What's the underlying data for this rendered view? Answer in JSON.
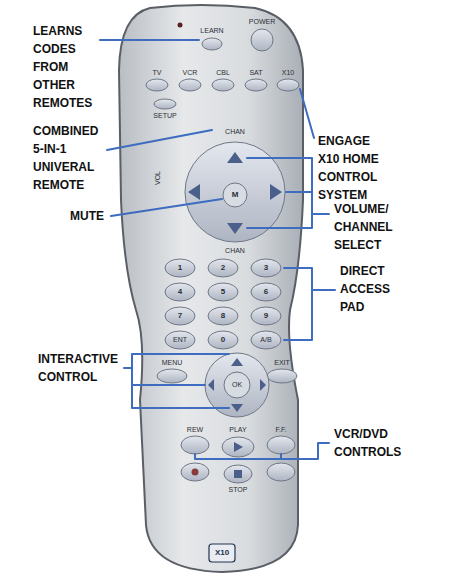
{
  "diagram": {
    "labels": [
      "LEARNS CODES FROM OTHER REMOTES",
      "COMBINED 5-IN-1 UNIVERAL REMOTE",
      "MUTE",
      "ENGAGE X10 HOME CONTROL SYSTEM",
      "VOLUME/ CHANNEL SELECT",
      "DIRECT ACCESS PAD",
      "INTERACTIVE CONTROL",
      "VCR/DVD CONTROLS",
      "LEARN",
      "POWER",
      "TV",
      "VCR",
      "CBL",
      "SAT",
      "X10",
      "SETUP",
      "CHAN",
      "VOL",
      "M",
      "CHAN",
      "1",
      "2",
      "3",
      "4",
      "5",
      "6",
      "7",
      "8",
      "9",
      "ENT",
      "0",
      "A/B",
      "MENU",
      "EXIT",
      "OK",
      "REW",
      "PLAY",
      "F.F.",
      "STOP",
      "X10"
    ]
  }
}
